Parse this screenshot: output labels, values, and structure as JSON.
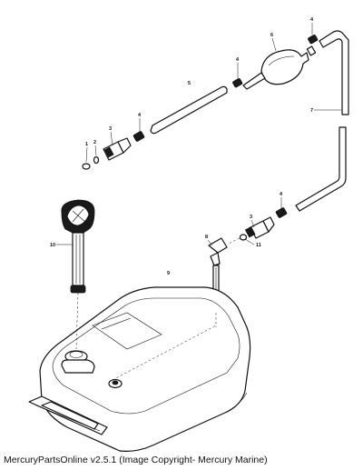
{
  "caption": "MercuryPartsOnline v2.5.1 (Image Copyright- Mercury Marine)",
  "callouts": {
    "c1": "1",
    "c2": "2",
    "c3_upper": "3",
    "c4_upper_left": "4",
    "c5": "5",
    "c4_mid": "4",
    "c6": "6",
    "c4_top": "4",
    "c7": "7",
    "c4_lower": "4",
    "c3_lower": "3",
    "c11": "11",
    "c8": "8",
    "c10": "10",
    "c9": "9"
  }
}
